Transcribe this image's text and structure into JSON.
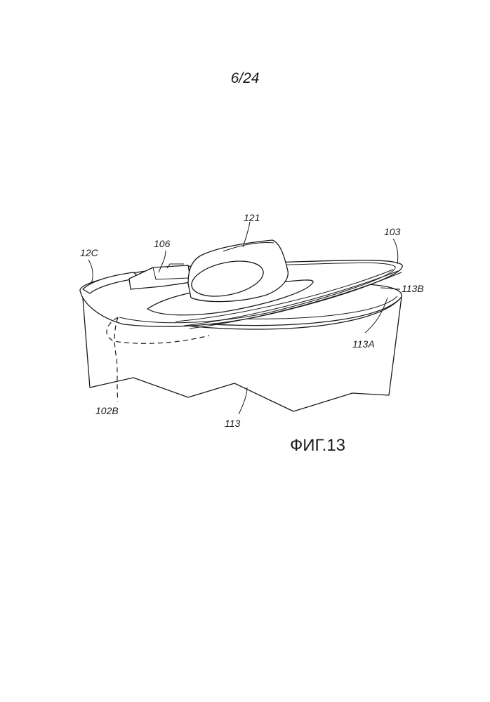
{
  "sheet_number": "6/24",
  "figure_label": "ФИГ.13",
  "reference_labels": {
    "r121": "121",
    "r106": "106",
    "r12c": "12C",
    "r103": "103",
    "r113b": "113B",
    "r113a": "113A",
    "r102b": "102B",
    "r113": "113"
  }
}
